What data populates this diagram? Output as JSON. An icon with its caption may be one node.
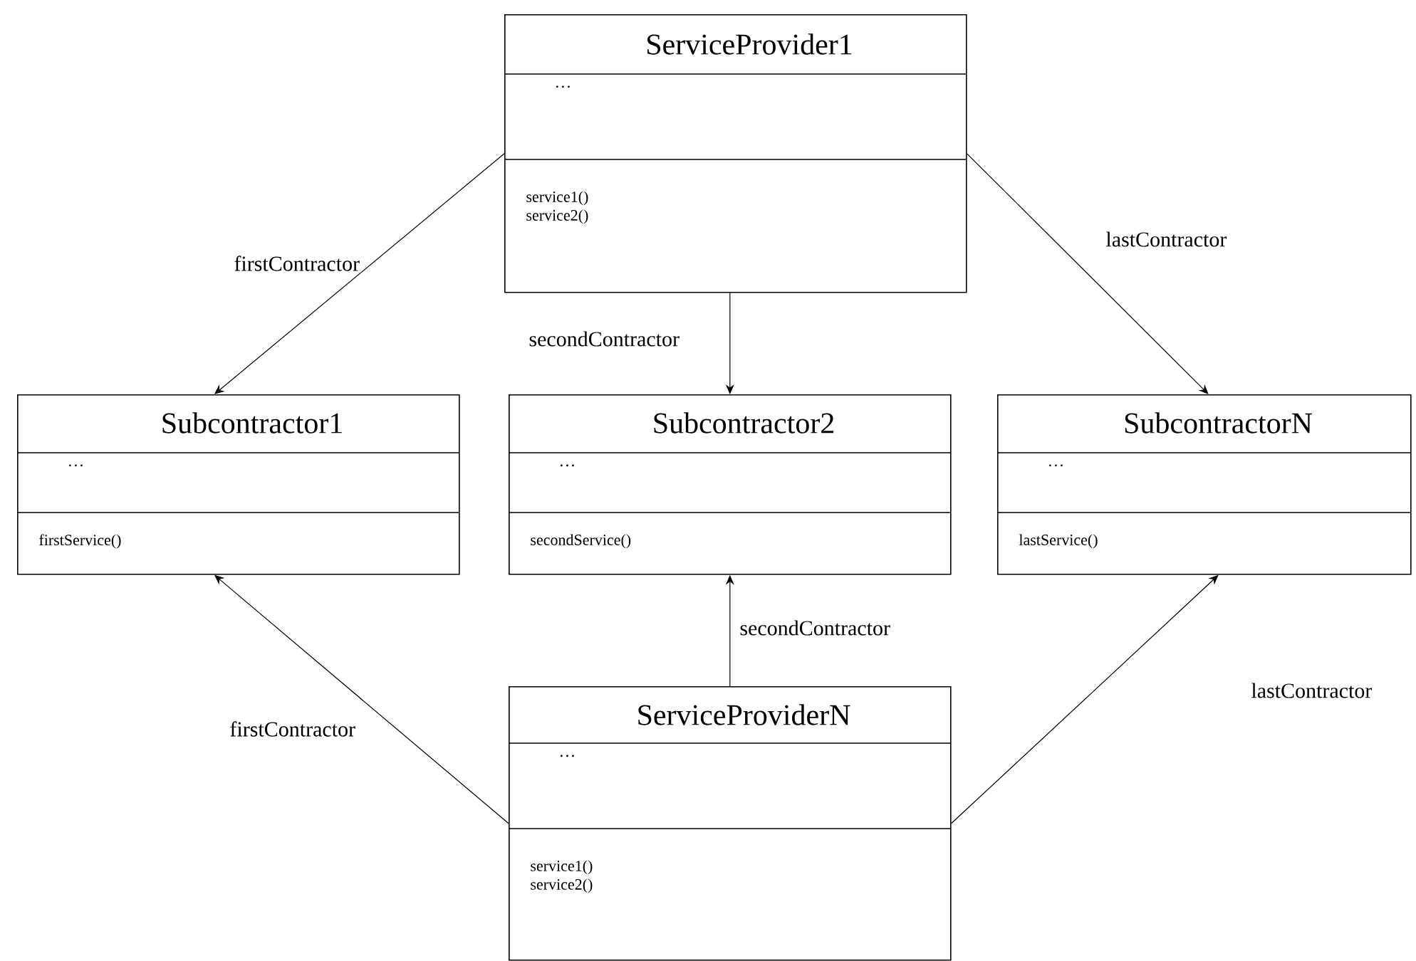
{
  "diagram": {
    "nodes": [
      {
        "text": [
          "ServiceProvider1",
          "…",
          "service1()",
          "service2()"
        ]
      },
      {
        "text": [
          "Subcontractor1",
          "…",
          "firstService()"
        ]
      },
      {
        "text": [
          "Subcontractor2",
          "…",
          "secondService()"
        ]
      },
      {
        "text": [
          "SubcontractorN",
          "…",
          "lastService()"
        ]
      },
      {
        "text": [
          "ServiceProviderN",
          "…",
          "service1()",
          "service2()"
        ]
      }
    ],
    "edges": [
      {
        "from": 0,
        "to": 1,
        "arrow": "to",
        "label": "firstContractor"
      },
      {
        "from": 0,
        "to": 2,
        "arrow": "to",
        "label": "secondContractor"
      },
      {
        "from": 0,
        "to": 3,
        "arrow": "to",
        "label": "lastContractor"
      },
      {
        "from": 4,
        "to": 1,
        "arrow": "to",
        "label": "firstContractor"
      },
      {
        "from": 4,
        "to": 2,
        "arrow": "to",
        "label": "secondContractor"
      },
      {
        "from": 4,
        "to": 3,
        "arrow": "to",
        "label": "lastContractor"
      }
    ]
  }
}
